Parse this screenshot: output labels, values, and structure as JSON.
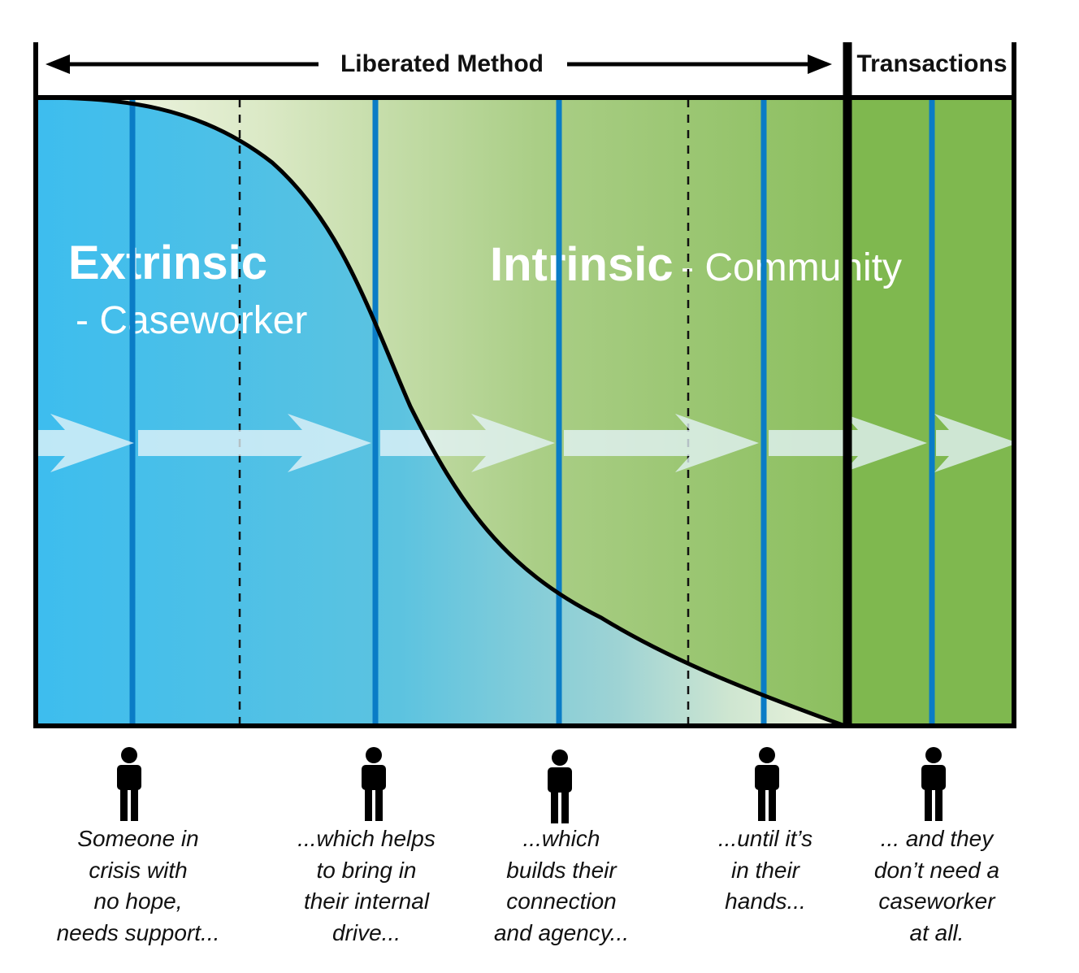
{
  "header": {
    "liberated_label": "Liberated Method",
    "transactions_label": "Transactions"
  },
  "regions": {
    "extrinsic_title": "Extrinsic",
    "extrinsic_subtitle": "- Caseworker",
    "intrinsic_title": "Intrinsic",
    "intrinsic_subtitle": "- Community"
  },
  "stages": [
    {
      "lines": [
        "Someone in",
        "crisis with",
        "no hope,",
        "needs support..."
      ]
    },
    {
      "lines": [
        "...which helps",
        "to bring in",
        "their internal",
        "drive..."
      ]
    },
    {
      "lines": [
        "...which",
        "builds their",
        "connection",
        "and agency..."
      ]
    },
    {
      "lines": [
        "...until it’s",
        "in their",
        "hands..."
      ]
    },
    {
      "lines": [
        "... and they",
        "don’t need a",
        "caseworker",
        "at all."
      ]
    }
  ],
  "icons": {
    "person": "person-icon",
    "arrow": "right-arrow-icon"
  },
  "colors": {
    "extrinsic_blue": "#3dbdee",
    "intrinsic_green": "#7fb84f",
    "pale_green": "#e6efd2",
    "stage_line_blue": "#0a7cc6",
    "outline": "#000000",
    "arrow_fill": "#e4f3f8"
  }
}
